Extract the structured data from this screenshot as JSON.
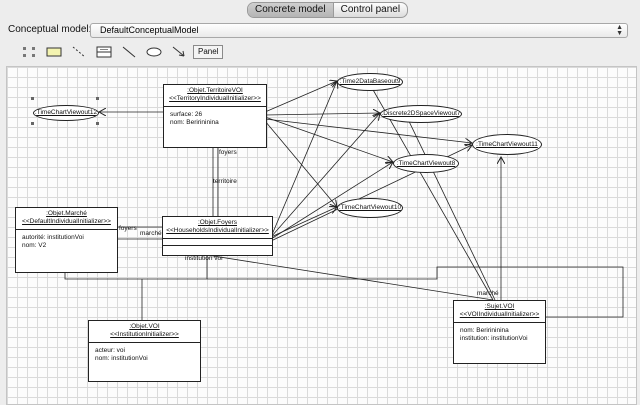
{
  "tabs": [
    {
      "label": "Concrete model",
      "active": true
    },
    {
      "label": "Control panel",
      "active": false
    }
  ],
  "model": {
    "label": "Conceptual model:",
    "value": "DefaultConceptualModel"
  },
  "toolbar": {
    "panel_label": "Panel"
  },
  "diagram": {
    "territoire": {
      "title": ":Objet.TerritoireVOI",
      "stereotype": "<<TerritoryIndividualInitializer>>",
      "attrs": [
        "surface: 26",
        "nom: Beririninina"
      ]
    },
    "marche": {
      "title": ":Objet.Marché",
      "stereotype": "<<DefaultIndividualInitializer>>",
      "attrs": [
        "autorité: institutionVoi",
        "nom: V2"
      ]
    },
    "foyers": {
      "title": ":Objet.Foyers",
      "stereotype": "<<HouseholdsIndividualInitializer>>",
      "attrs": []
    },
    "voi": {
      "title": ":Objet.VOI",
      "stereotype": "<<InstitutionInitializer>>",
      "attrs": [
        "acteur: voi",
        "nom: institutionVoi"
      ]
    },
    "sujet": {
      "title": ":Sujet.VOI",
      "stereotype": "<<VOIIndividualInitializer>>",
      "attrs": [
        "nom: Beririninina",
        "institution: institutionVoi"
      ]
    },
    "ellipses": {
      "tc12": ":TimeChartViewout12",
      "t2d": ":Time2DataBaseout9",
      "d2d": ":Discrete2DSpaceViewout7",
      "tc8": ":TimeChartViewout8",
      "tc11": ":TimeChartViewout11",
      "tc10": ":TimeChartViewout10"
    },
    "labels": {
      "foyers": "foyers",
      "territoire": "territoire",
      "foyers2": "foyers",
      "marche": "marché",
      "institution": "institution voi",
      "marche2": "marché"
    }
  }
}
